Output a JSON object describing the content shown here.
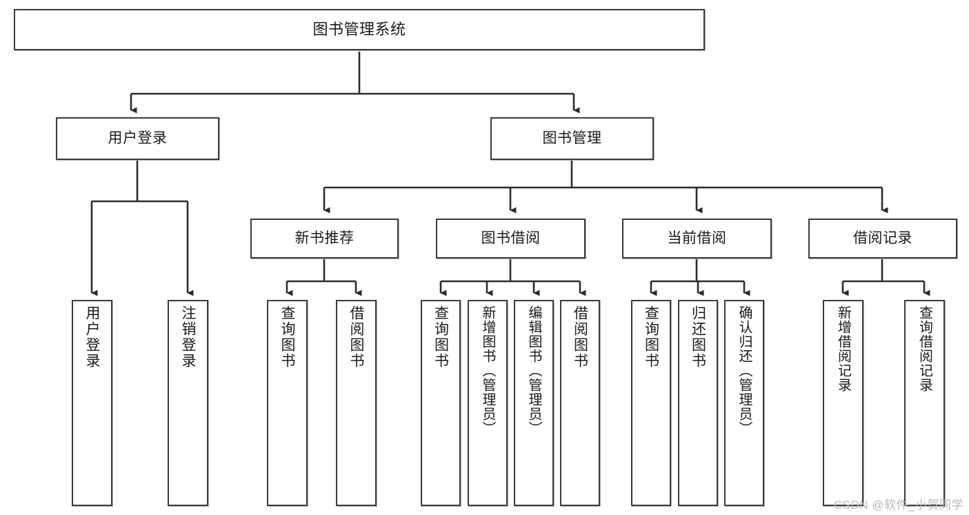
{
  "diagram": {
    "title": "图书管理系统",
    "type": "tree-hierarchy",
    "watermark": "CSDN @软件_小贺同学",
    "colors": {
      "node_border": "#3a3a3a",
      "node_fill": "#ffffff",
      "edge": "#2b2b2b",
      "text": "#1a1a1a",
      "watermark": "#b9b9b9"
    },
    "root": {
      "label": "图书管理系统"
    },
    "level2": [
      {
        "label": "用户登录"
      },
      {
        "label": "图书管理"
      }
    ],
    "level3": [
      {
        "label": "新书推荐"
      },
      {
        "label": "图书借阅"
      },
      {
        "label": "当前借阅"
      },
      {
        "label": "借阅记录"
      }
    ],
    "leaves": {
      "user_login": [
        {
          "label": "用户登录"
        },
        {
          "label": "注销登录"
        }
      ],
      "new_book": [
        {
          "label": "查询图书"
        },
        {
          "label": "借阅图书"
        }
      ],
      "book_borrow": [
        {
          "label": "查询图书"
        },
        {
          "label": "新增图书（管理员）"
        },
        {
          "label": "编辑图书（管理员）"
        },
        {
          "label": "借阅图书"
        }
      ],
      "current_borrow": [
        {
          "label": "查询图书"
        },
        {
          "label": "归还图书"
        },
        {
          "label": "确认归还（管理员）"
        }
      ],
      "borrow_record": [
        {
          "label": "新增借阅记录"
        },
        {
          "label": "查询借阅记录"
        }
      ]
    }
  }
}
